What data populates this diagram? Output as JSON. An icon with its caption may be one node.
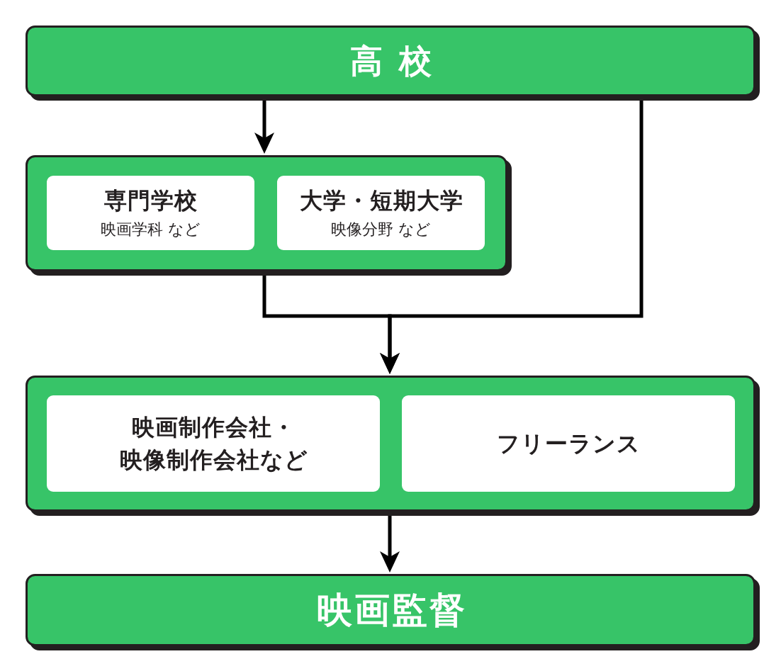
{
  "diagram": {
    "nodes": [
      {
        "text": [
          "高校"
        ]
      },
      {
        "text": [],
        "shape": "box"
      },
      {
        "text": [
          "専門学校",
          "映画学科 など"
        ],
        "in": 1
      },
      {
        "text": [
          "大学・短期大学",
          "映像分野 など"
        ],
        "in": 1
      },
      {
        "text": [],
        "shape": "box"
      },
      {
        "text": [
          "映画制作会社・映像制作会社など"
        ],
        "in": 4
      },
      {
        "text": [
          "フリーランス"
        ],
        "in": 4
      },
      {
        "text": [
          "映画監督"
        ]
      }
    ],
    "edges": [
      {
        "from": 0,
        "to": 1,
        "arrow": "to"
      },
      {
        "from": 1,
        "to": 4,
        "arrow": "to"
      },
      {
        "from": 0,
        "to": 4,
        "arrow": "to"
      },
      {
        "from": 4,
        "to": 7,
        "arrow": "to"
      }
    ]
  }
}
